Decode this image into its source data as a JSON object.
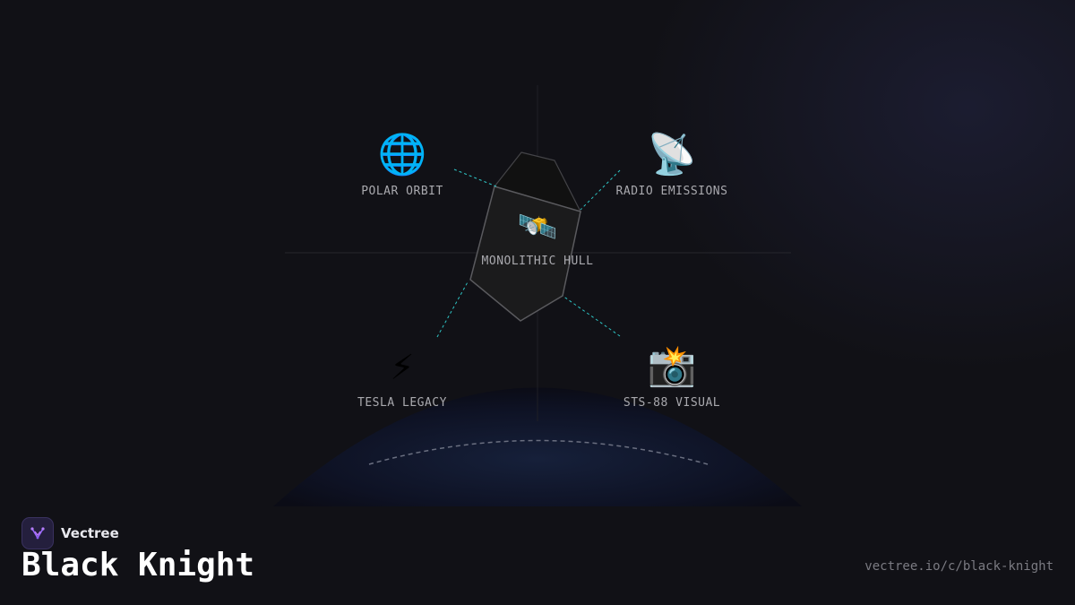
{
  "diagram": {
    "center": {
      "icon": "🛰️",
      "icon_name": "satellite-icon",
      "label": "MONOLITHIC HULL"
    },
    "nodes": [
      {
        "id": "polar",
        "icon": "🌐",
        "icon_name": "globe-icon",
        "label": "POLAR ORBIT"
      },
      {
        "id": "radio",
        "icon": "📡",
        "icon_name": "satellite-dish-icon",
        "label": "RADIO EMISSIONS"
      },
      {
        "id": "tesla",
        "icon": "⚡",
        "icon_name": "lightning-icon",
        "label": "TESLA LEGACY"
      },
      {
        "id": "sts",
        "icon": "📸",
        "icon_name": "camera-flash-icon",
        "label": "STS-88 VISUAL"
      }
    ],
    "connector_color": "#2ec4c4",
    "hull_stroke": "#5a5a5e"
  },
  "footer": {
    "brand_name": "Vectree",
    "title": "Black Knight",
    "url": "vectree.io/c/black-knight"
  }
}
